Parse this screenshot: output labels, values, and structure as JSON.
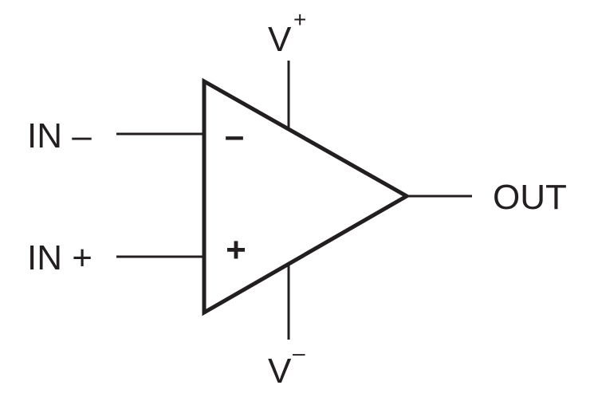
{
  "diagram": {
    "inverting_input_label": "IN –",
    "noninverting_input_label": "IN +",
    "output_label": "OUT",
    "positive_supply": {
      "base": "V",
      "superscript": "+"
    },
    "negative_supply": {
      "base": "V",
      "superscript": "–"
    },
    "minus_sign": "–",
    "plus_sign": "+"
  },
  "colors": {
    "ink": "#231f20",
    "background": "#ffffff"
  }
}
